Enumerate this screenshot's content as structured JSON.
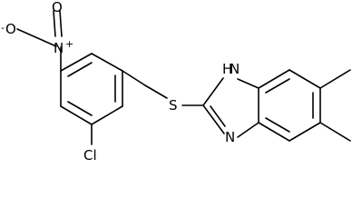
{
  "molecule": {
    "atoms": {
      "o_minus": "O",
      "o_minus_charge": "-",
      "n_plus": "N",
      "n_plus_charge": "+",
      "o_double": "O",
      "cl": "Cl",
      "s": "S",
      "nh": "H",
      "nh_n": "N",
      "n_ring": "N"
    }
  },
  "colors": {
    "bond": "#000000",
    "label": "#000000",
    "background": "#ffffff"
  }
}
